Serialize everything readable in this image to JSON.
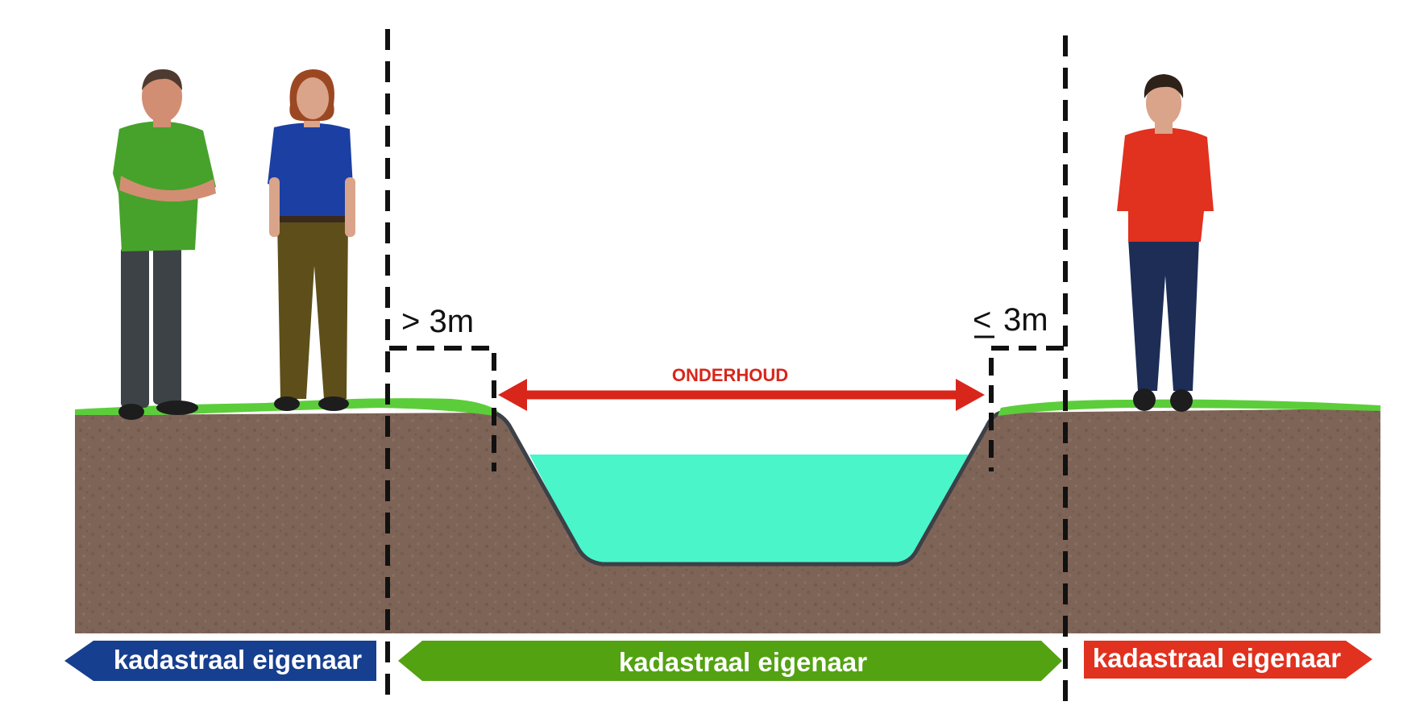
{
  "labels": {
    "distance_left": "> 3m",
    "distance_right_symbol": "<",
    "distance_right_value": "3m",
    "maintenance": "ONDERHOUD"
  },
  "owners": {
    "left": "kadastraal eigenaar",
    "center": "kadastraal eigenaar",
    "right": "kadastraal eigenaar"
  },
  "colors": {
    "soil": "#7e6457",
    "grass": "#5ccd3a",
    "water": "#4af5c9",
    "maintenance": "#d8261b",
    "owner_left": "#173f8f",
    "owner_center": "#53a212",
    "owner_right": "#e1311f",
    "boundary": "#111111"
  },
  "icons": {
    "figure_left_man": "man-green-shirt-icon",
    "figure_left_woman": "woman-blue-shirt-icon",
    "figure_right_man": "man-red-sweater-icon"
  }
}
